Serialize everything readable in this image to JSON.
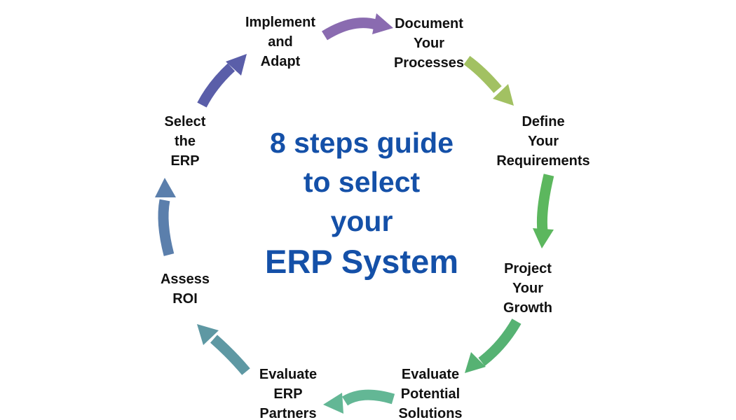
{
  "title": {
    "lines": [
      "8 steps guide",
      "to select",
      "your",
      "ERP System"
    ],
    "color": "#1450a8"
  },
  "steps": [
    {
      "name": "implement-and-adapt",
      "label_lines": [
        "Implement",
        "and",
        "Adapt"
      ]
    },
    {
      "name": "document-your-processes",
      "label_lines": [
        "Document",
        "Your",
        "Processes"
      ]
    },
    {
      "name": "define-your-requirements",
      "label_lines": [
        "Define",
        "Your",
        "Requirements"
      ]
    },
    {
      "name": "project-your-growth",
      "label_lines": [
        "Project",
        "Your",
        "Growth"
      ]
    },
    {
      "name": "evaluate-potential-solutions",
      "label_lines": [
        "Evaluate",
        "Potential",
        "Solutions"
      ]
    },
    {
      "name": "evaluate-erp-partners",
      "label_lines": [
        "Evaluate",
        "ERP",
        "Partners"
      ]
    },
    {
      "name": "assess-roi",
      "label_lines": [
        "Assess",
        "ROI"
      ]
    },
    {
      "name": "select-the-erp",
      "label_lines": [
        "Select",
        "the",
        "ERP"
      ]
    }
  ],
  "arrows": [
    {
      "name": "implement-to-document",
      "color": "#8a6bb0"
    },
    {
      "name": "document-to-define",
      "color": "#a2c162"
    },
    {
      "name": "define-to-project",
      "color": "#5cb75e"
    },
    {
      "name": "project-to-solutions",
      "color": "#56b273"
    },
    {
      "name": "solutions-to-partners",
      "color": "#63b795"
    },
    {
      "name": "partners-to-assess",
      "color": "#5e98a3"
    },
    {
      "name": "assess-to-select",
      "color": "#5b7fac"
    },
    {
      "name": "select-to-implement",
      "color": "#5a5ea9"
    }
  ],
  "colors": {
    "background": "#ffffff",
    "label_text": "#111111",
    "title_blue": "#1450a8"
  }
}
